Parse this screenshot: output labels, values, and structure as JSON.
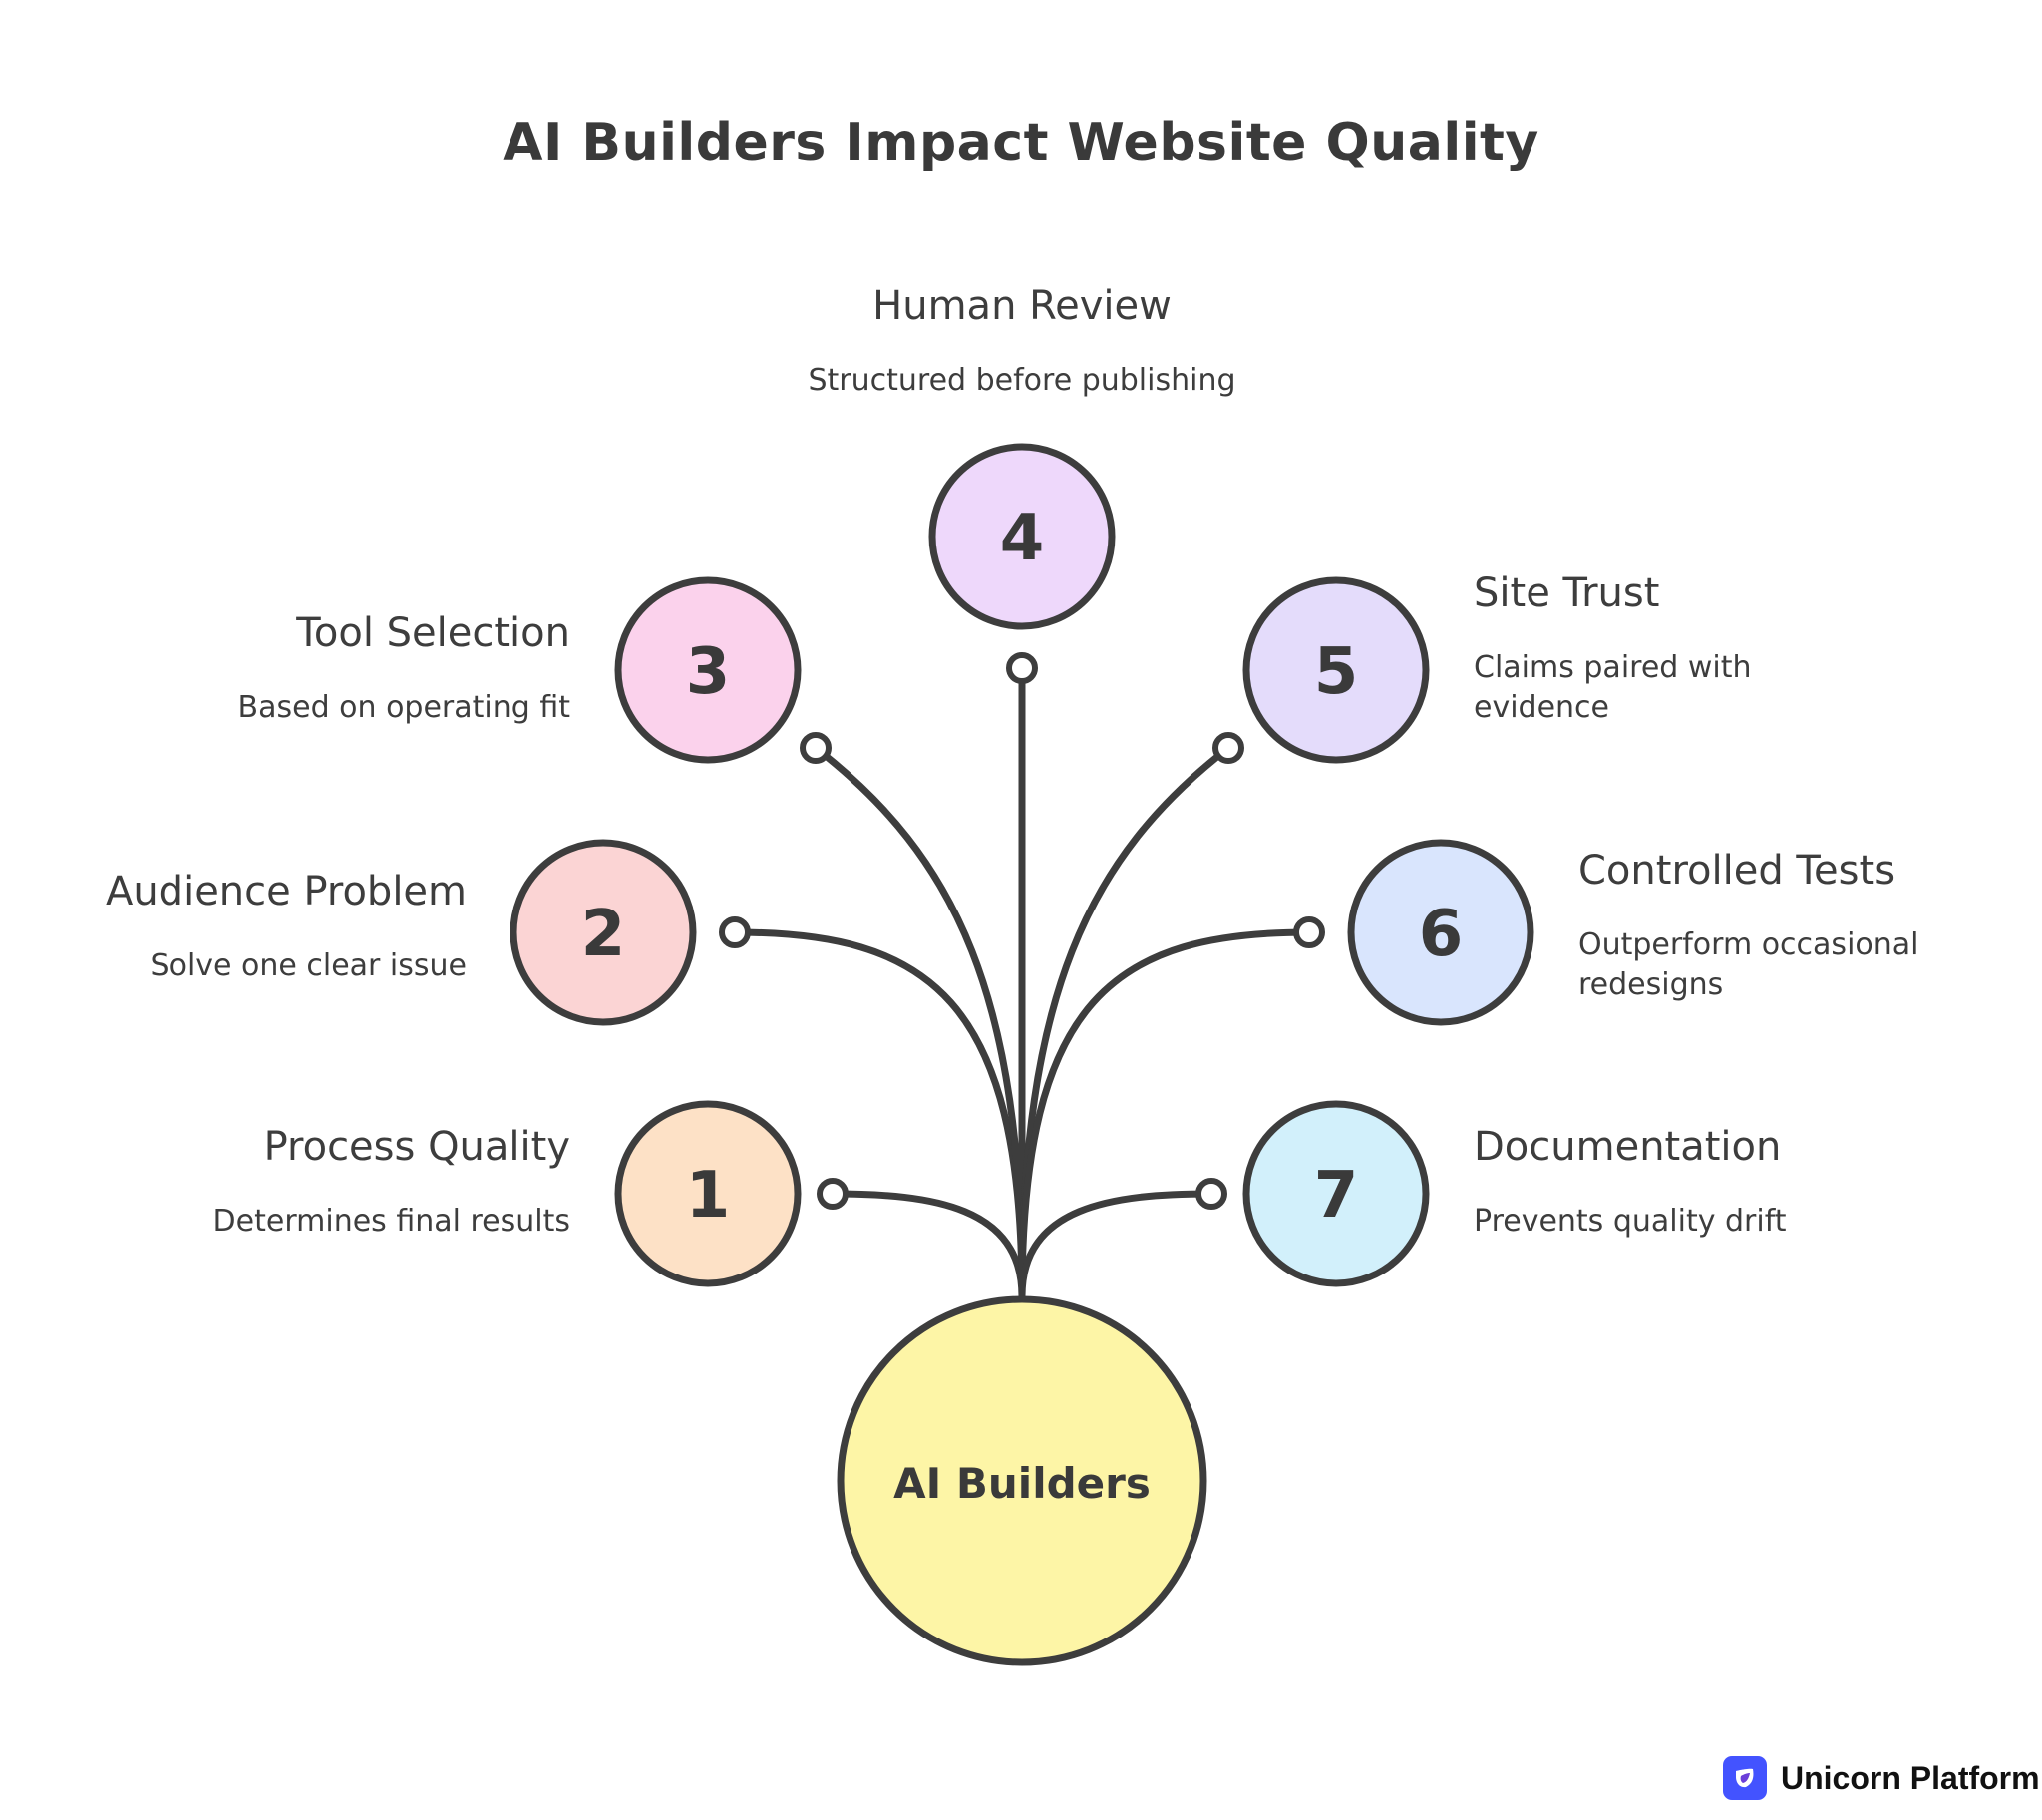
{
  "title": "AI Builders Impact Website Quality",
  "hub": {
    "label": "AI Builders",
    "color": "#fdf5a6"
  },
  "items": [
    {
      "number": "1",
      "title": "Process Quality",
      "subtitle": [
        "Determines final results"
      ],
      "color": "#fde1c6"
    },
    {
      "number": "2",
      "title": "Audience Problem",
      "subtitle": [
        "Solve one clear issue"
      ],
      "color": "#fbd4d4"
    },
    {
      "number": "3",
      "title": "Tool Selection",
      "subtitle": [
        "Based on operating fit"
      ],
      "color": "#fbd2ec"
    },
    {
      "number": "4",
      "title": "Human Review",
      "subtitle": [
        "Structured before publishing"
      ],
      "color": "#eed8fb"
    },
    {
      "number": "5",
      "title": "Site Trust",
      "subtitle": [
        "Claims paired with",
        "evidence"
      ],
      "color": "#e4dcfb"
    },
    {
      "number": "6",
      "title": "Controlled Tests",
      "subtitle": [
        "Outperform occasional",
        "redesigns"
      ],
      "color": "#d9e5fd"
    },
    {
      "number": "7",
      "title": "Documentation",
      "subtitle": [
        "Prevents quality drift"
      ],
      "color": "#d2f0fb"
    }
  ],
  "brand": {
    "name": "Unicorn Platform",
    "icon": "unicorn-platform-logo-icon",
    "color": "#4353ff"
  },
  "colors": {
    "line": "#3d3d3d",
    "background": "#ffffff"
  }
}
